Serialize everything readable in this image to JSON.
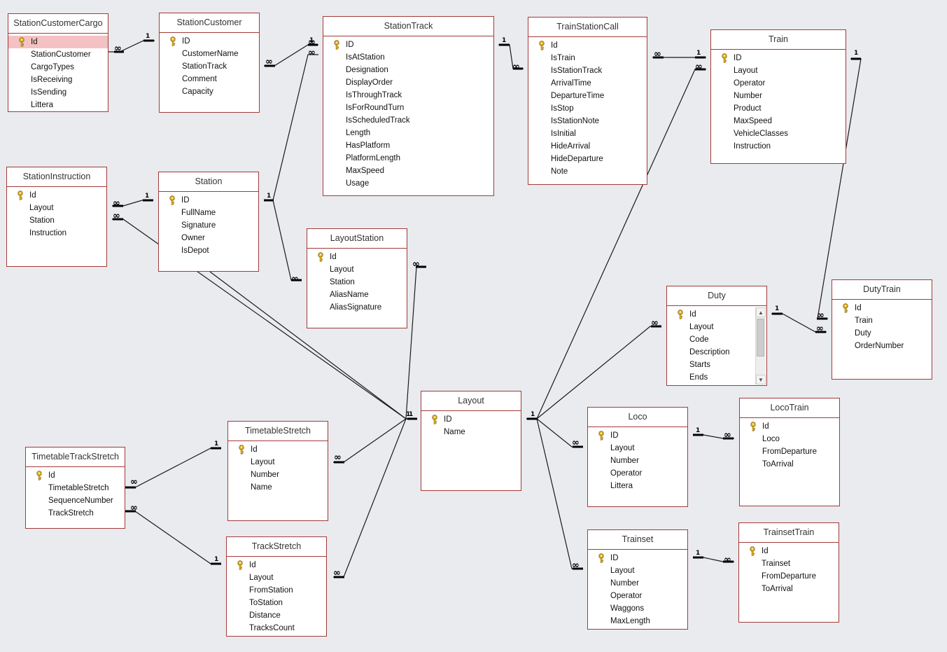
{
  "colors": {
    "background": "#e9ebee",
    "table_border": "#a33a3a",
    "selected_row": "#f4c2c2",
    "relationship_line": "#1a1a1a"
  },
  "icons": {
    "primary_key": "key-icon"
  },
  "cardinality": {
    "one": "1",
    "many": "∞"
  },
  "tables": [
    {
      "id": "StationCustomerCargo",
      "title": "StationCustomerCargo",
      "fields": [
        "Id",
        "StationCustomer",
        "CargoTypes",
        "IsReceiving",
        "IsSending",
        "Littera"
      ],
      "key_index": 0,
      "selected_index": 0
    },
    {
      "id": "StationCustomer",
      "title": "StationCustomer",
      "fields": [
        "ID",
        "CustomerName",
        "StationTrack",
        "Comment",
        "Capacity"
      ],
      "key_index": 0
    },
    {
      "id": "StationTrack",
      "title": "StationTrack",
      "fields": [
        "ID",
        "IsAtStation",
        "Designation",
        "DisplayOrder",
        "IsThroughTrack",
        "IsForRoundTurn",
        "IsScheduledTrack",
        "Length",
        "HasPlatform",
        "PlatformLength",
        "MaxSpeed",
        "Usage"
      ],
      "key_index": 0
    },
    {
      "id": "TrainStationCall",
      "title": "TrainStationCall",
      "fields": [
        "Id",
        "IsTrain",
        "IsStationTrack",
        "ArrivalTime",
        "DepartureTime",
        "IsStop",
        "IsStationNote",
        "IsInitial",
        "HideArrival",
        "HideDeparture",
        "Note"
      ],
      "key_index": 0
    },
    {
      "id": "Train",
      "title": "Train",
      "fields": [
        "ID",
        "Layout",
        "Operator",
        "Number",
        "Product",
        "MaxSpeed",
        "VehicleClasses",
        "Instruction"
      ],
      "key_index": 0
    },
    {
      "id": "StationInstruction",
      "title": "StationInstruction",
      "fields": [
        "Id",
        "Layout",
        "Station",
        "Instruction"
      ],
      "key_index": 0
    },
    {
      "id": "Station",
      "title": "Station",
      "fields": [
        "ID",
        "FullName",
        "Signature",
        "Owner",
        "IsDepot"
      ],
      "key_index": 0
    },
    {
      "id": "LayoutStation",
      "title": "LayoutStation",
      "fields": [
        "Id",
        "Layout",
        "Station",
        "AliasName",
        "AliasSignature"
      ],
      "key_index": 0
    },
    {
      "id": "Duty",
      "title": "Duty",
      "fields": [
        "Id",
        "Layout",
        "Code",
        "Description",
        "Starts",
        "Ends"
      ],
      "key_index": 0,
      "has_scrollbar": true
    },
    {
      "id": "DutyTrain",
      "title": "DutyTrain",
      "fields": [
        "Id",
        "Train",
        "Duty",
        "OrderNumber"
      ],
      "key_index": 0
    },
    {
      "id": "Layout",
      "title": "Layout",
      "fields": [
        "ID",
        "Name"
      ],
      "key_index": 0
    },
    {
      "id": "TimetableStretch",
      "title": "TimetableStretch",
      "fields": [
        "Id",
        "Layout",
        "Number",
        "Name"
      ],
      "key_index": 0
    },
    {
      "id": "TimetableTrackStretch",
      "title": "TimetableTrackStretch",
      "fields": [
        "Id",
        "TimetableStretch",
        "SequenceNumber",
        "TrackStretch"
      ],
      "key_index": 0
    },
    {
      "id": "TrackStretch",
      "title": "TrackStretch",
      "fields": [
        "Id",
        "Layout",
        "FromStation",
        "ToStation",
        "Distance",
        "TracksCount"
      ],
      "key_index": 0
    },
    {
      "id": "Loco",
      "title": "Loco",
      "fields": [
        "ID",
        "Layout",
        "Number",
        "Operator",
        "Littera"
      ],
      "key_index": 0
    },
    {
      "id": "LocoTrain",
      "title": "LocoTrain",
      "fields": [
        "Id",
        "Loco",
        "FromDeparture",
        "ToArrival"
      ],
      "key_index": 0
    },
    {
      "id": "Trainset",
      "title": "Trainset",
      "fields": [
        "ID",
        "Layout",
        "Number",
        "Operator",
        "Waggons",
        "MaxLength"
      ],
      "key_index": 0
    },
    {
      "id": "TrainsetTrain",
      "title": "TrainsetTrain",
      "fields": [
        "Id",
        "Trainset",
        "FromDeparture",
        "ToArrival"
      ],
      "key_index": 0
    }
  ],
  "relationships": [
    {
      "one": "StationCustomer",
      "many": "StationCustomerCargo"
    },
    {
      "one": "StationTrack",
      "many": "StationCustomer"
    },
    {
      "one": "StationTrack",
      "many": "TrainStationCall"
    },
    {
      "one": "Train",
      "many": "TrainStationCall"
    },
    {
      "one": "Station",
      "many": "StationTrack"
    },
    {
      "one": "Station",
      "many": "StationInstruction"
    },
    {
      "one": "Station",
      "many": "LayoutStation"
    },
    {
      "one": "Layout",
      "many": "StationInstruction"
    },
    {
      "one": "Layout",
      "many": "LayoutStation"
    },
    {
      "one": "Layout",
      "many": "TimetableStretch"
    },
    {
      "one": "Layout",
      "many": "TrackStretch"
    },
    {
      "one": "Layout",
      "many": "Train"
    },
    {
      "one": "Layout",
      "many": "Duty"
    },
    {
      "one": "Layout",
      "many": "Loco"
    },
    {
      "one": "Layout",
      "many": "Trainset"
    },
    {
      "one": "Train",
      "many": "DutyTrain"
    },
    {
      "one": "Duty",
      "many": "DutyTrain"
    },
    {
      "one": "Loco",
      "many": "LocoTrain"
    },
    {
      "one": "Trainset",
      "many": "TrainsetTrain"
    },
    {
      "one": "TimetableStretch",
      "many": "TimetableTrackStretch"
    },
    {
      "one": "TrackStretch",
      "many": "TimetableTrackStretch"
    }
  ]
}
